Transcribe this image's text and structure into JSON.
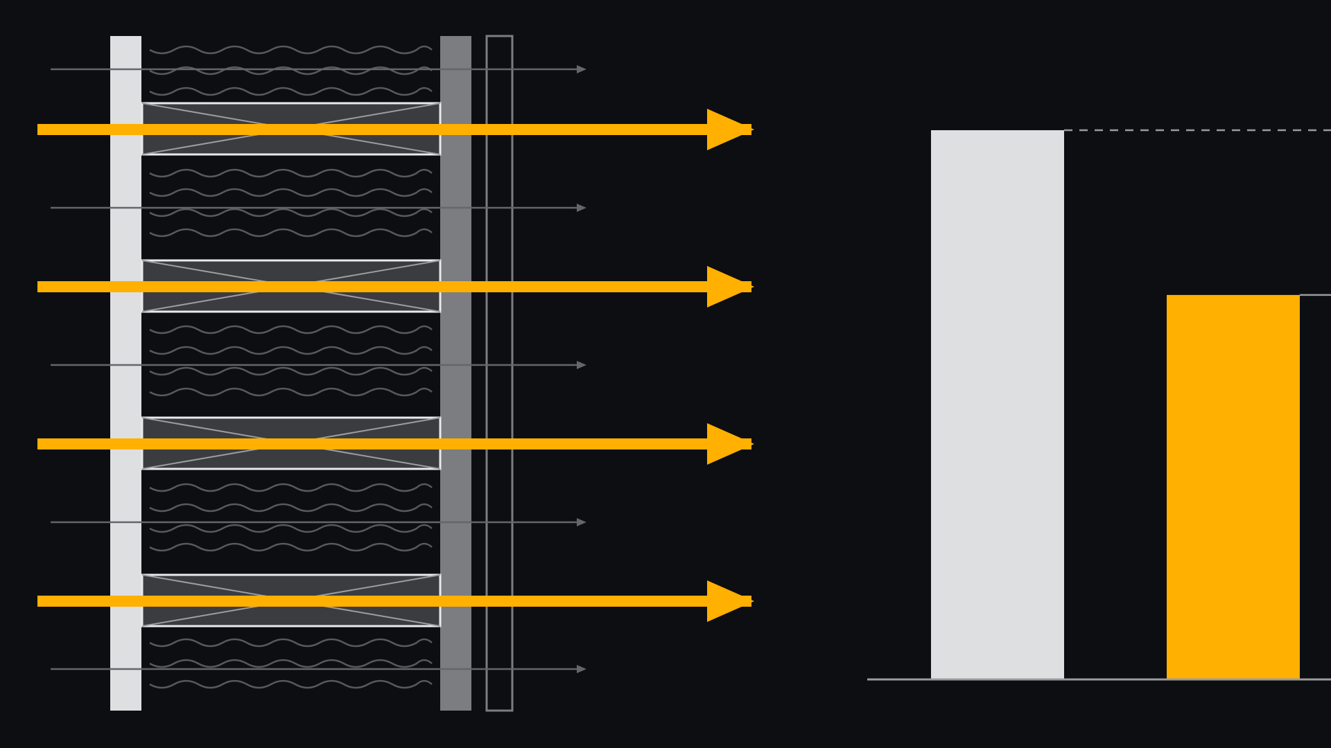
{
  "colors": {
    "background": "#0d0e12",
    "highlight": "#ffb000",
    "light": "#dedfe1",
    "mid_gray": "#7c7d81",
    "frame_fill": "#3b3c3f",
    "frame_stroke": "#e9eaeb",
    "thin_line": "#65666a",
    "wave": "#58595d",
    "axis": "#9a9b9e"
  },
  "diagram": {
    "frame_count": 4,
    "thin_arrow_count": 5,
    "wave_group_count": 5,
    "highlight_arrow_count": 4
  },
  "chart_data": {
    "type": "bar",
    "categories": [
      "",
      ""
    ],
    "values": [
      1.0,
      0.7
    ],
    "ylim": [
      0,
      1.0
    ],
    "bar_colors": [
      "#dedfe1",
      "#ffb000"
    ],
    "reference_lines": [
      {
        "value": 1.0,
        "style": "dashed"
      },
      {
        "value": 0.7,
        "style": "solid"
      }
    ],
    "grid": false,
    "legend": "none"
  }
}
